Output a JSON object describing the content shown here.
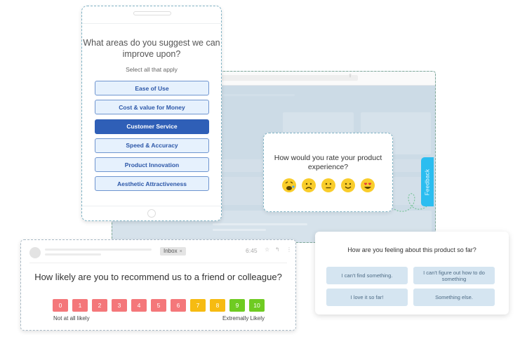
{
  "browser_mockup": {
    "share_icon": "share-icon"
  },
  "feedback_tab": {
    "label": "Feedback",
    "color": "#2bbdf0"
  },
  "mobile_survey": {
    "question": "What areas do you suggest we can improve upon?",
    "instruction": "Select all that apply",
    "options": [
      {
        "label": "Ease of Use",
        "selected": false
      },
      {
        "label": "Cost & value for Money",
        "selected": false
      },
      {
        "label": "Customer Service",
        "selected": true
      },
      {
        "label": "Speed & Accuracy",
        "selected": false
      },
      {
        "label": "Product Innovation",
        "selected": false
      },
      {
        "label": "Aesthetic Attractiveness",
        "selected": false
      }
    ],
    "accent": "#2f5fb7"
  },
  "rating_survey": {
    "question": "How would you rate your product experience?",
    "emojis": [
      "crying-face",
      "frowning-face",
      "neutral-face",
      "slightly-smiling-face",
      "heart-eyes-face"
    ],
    "emoji_color": "#f9cd2b"
  },
  "email_survey": {
    "badge": "Inbox",
    "badge_close": "×",
    "time": "6:45",
    "icons": [
      "star-icon",
      "reply-icon",
      "more-icon"
    ],
    "question": "How likely are you to recommend us to a friend or colleague?",
    "scale": [
      {
        "value": "0",
        "color": "#f4777a"
      },
      {
        "value": "1",
        "color": "#f4777a"
      },
      {
        "value": "2",
        "color": "#f4777a"
      },
      {
        "value": "3",
        "color": "#f4777a"
      },
      {
        "value": "4",
        "color": "#f4777a"
      },
      {
        "value": "5",
        "color": "#f4777a"
      },
      {
        "value": "6",
        "color": "#f4777a"
      },
      {
        "value": "7",
        "color": "#f6bb12"
      },
      {
        "value": "8",
        "color": "#f6bb12"
      },
      {
        "value": "9",
        "color": "#6fcb22"
      },
      {
        "value": "10",
        "color": "#6fcb22"
      }
    ],
    "low_label": "Not at all likely",
    "high_label": "Extremally Likely"
  },
  "feeling_survey": {
    "question": "How are you feeling about this product so far?",
    "options": [
      "I can't find something.",
      "I can't figure out how to do something",
      "I love it so far!",
      "Something else."
    ]
  }
}
